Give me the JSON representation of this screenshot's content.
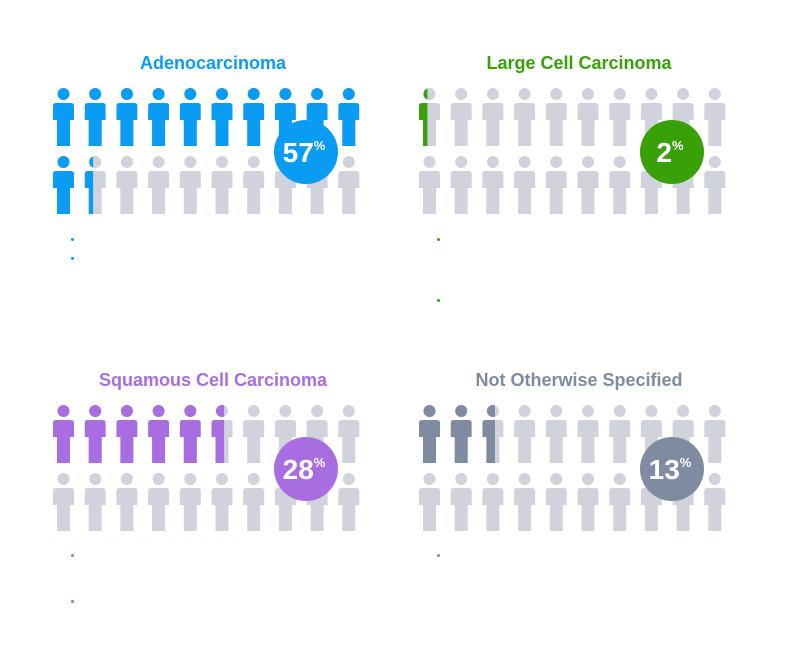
{
  "chart_data": [
    {
      "type": "pictograph",
      "title": "Adenocarcinoma",
      "value": 57,
      "unit": "%",
      "total_icons": 20,
      "color": "#0a9cf2",
      "bullets": 2
    },
    {
      "type": "pictograph",
      "title": "Large Cell Carcinoma",
      "value": 2,
      "unit": "%",
      "total_icons": 20,
      "color": "#3aa00a",
      "bullets": 2
    },
    {
      "type": "pictograph",
      "title": "Squamous Cell Carcinoma",
      "value": 28,
      "unit": "%",
      "total_icons": 20,
      "color": "#a86de0",
      "bullets": 2
    },
    {
      "type": "pictograph",
      "title": "Not Otherwise Specified",
      "value": 13,
      "unit": "%",
      "total_icons": 20,
      "color": "#7f8ba0",
      "bullets": 1
    }
  ],
  "empty_color": "#d0d3db"
}
